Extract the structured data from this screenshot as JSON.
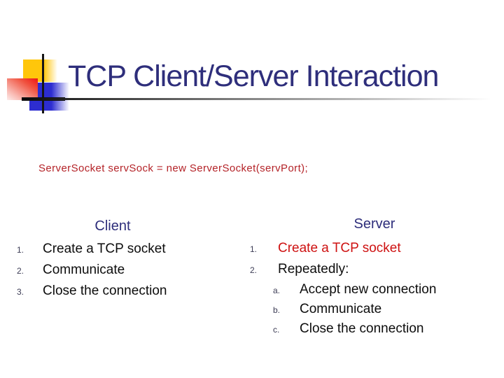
{
  "slide": {
    "title": "TCP Client/Server Interaction",
    "code_line": "ServerSocket servSock = new ServerSocket(servPort);",
    "client": {
      "heading": "Client",
      "items": [
        {
          "marker": "1.",
          "text": "Create a TCP socket"
        },
        {
          "marker": "2.",
          "text": "Communicate"
        },
        {
          "marker": "3.",
          "text": "Close the connection"
        }
      ]
    },
    "server": {
      "heading": "Server",
      "items": [
        {
          "marker": "1.",
          "text": "Create a TCP socket"
        },
        {
          "marker": "2.",
          "text": "Repeatedly:"
        }
      ],
      "subitems": [
        {
          "marker": "a.",
          "text": "Accept new connection"
        },
        {
          "marker": "b.",
          "text": "Communicate"
        },
        {
          "marker": "c.",
          "text": "Close the connection"
        }
      ]
    },
    "colors": {
      "title_navy": "#2E2E7B",
      "code_red": "#B42328",
      "highlight_red": "#CE1212",
      "body_black": "#0D0D0D",
      "marker_slate": "#3C3C55",
      "deco_yellow": "#FFC60B",
      "deco_blue": "#2D2DD0",
      "deco_red": "#EE1414",
      "rule_dark": "#141414"
    }
  }
}
